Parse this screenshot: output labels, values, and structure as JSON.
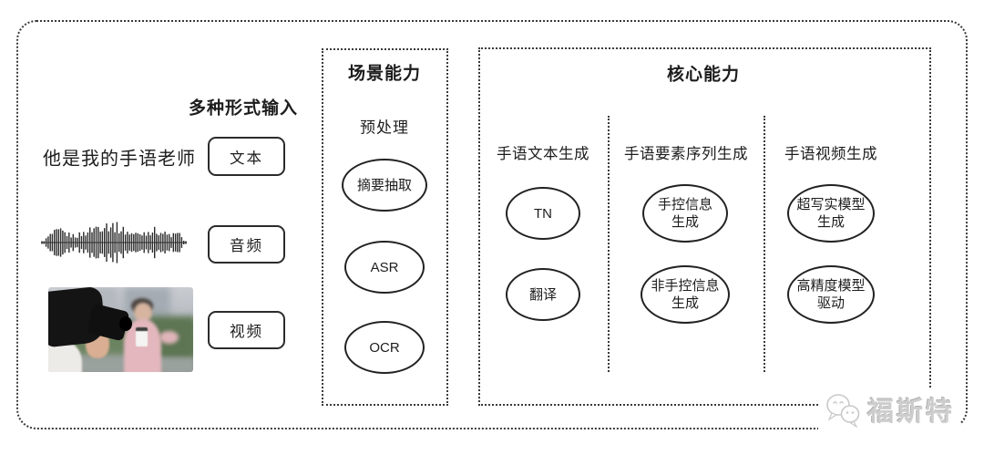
{
  "colors": {
    "line": "#2b2b2b",
    "dotted_border": "#3a3a3a",
    "watermark": "#cdcdcd",
    "background": "#ffffff"
  },
  "input_section": {
    "title": "多种形式输入",
    "sample_text": "他是我的手语老师",
    "items": [
      {
        "label": "文本"
      },
      {
        "label": "音频"
      },
      {
        "label": "视频"
      }
    ],
    "media_icons": [
      "audio-waveform-icon",
      "reporter-video-thumbnail"
    ]
  },
  "scene_section": {
    "title": "场景能力",
    "subtitle": "预处理",
    "nodes": [
      {
        "label": "摘要抽取"
      },
      {
        "label": "ASR"
      },
      {
        "label": "OCR"
      }
    ]
  },
  "core_section": {
    "title": "核心能力",
    "columns": [
      {
        "header": "手语文本生成",
        "nodes": [
          {
            "label": "TN"
          },
          {
            "label": "翻译"
          }
        ]
      },
      {
        "header": "手语要素序列生成",
        "nodes": [
          {
            "label": "手控信息\n生成"
          },
          {
            "label": "非手控信息\n生成"
          }
        ]
      },
      {
        "header": "手语视频生成",
        "nodes": [
          {
            "label": "超写实模型\n生成"
          },
          {
            "label": "高精度模型\n驱动"
          }
        ]
      }
    ]
  },
  "watermark": {
    "text": "福斯特",
    "icon": "wechat-icon"
  }
}
